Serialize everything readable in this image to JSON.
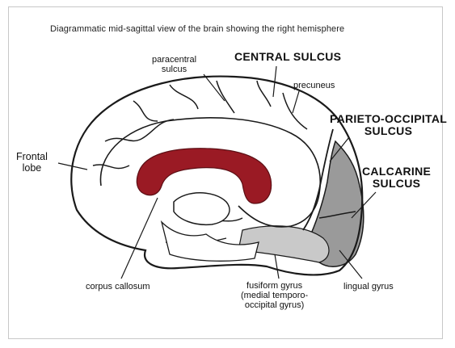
{
  "title": "Diagrammatic mid-sagittal view of the brain showing the right hemisphere",
  "labels": {
    "paracentral": [
      "paracentral",
      "sulcus"
    ],
    "central_sulcus": "CENTRAL SULCUS",
    "precuneus": "precuneus",
    "parieto_occipital": [
      "PARIETO-OCCIPITAL",
      "SULCUS"
    ],
    "frontal_lobe": [
      "Frontal",
      "lobe"
    ],
    "calcarine": [
      "CALCARINE",
      "SULCUS"
    ],
    "corpus_callosum": "corpus callosum",
    "fusiform": [
      "fusiform gyrus",
      "(medial temporo-",
      "occipital gyrus)"
    ],
    "lingual": "lingual gyrus"
  },
  "colors": {
    "corpus_callosum": "#9a1a24",
    "occipital_shade": "#9a9a9a",
    "outline": "#1a1a1a"
  }
}
